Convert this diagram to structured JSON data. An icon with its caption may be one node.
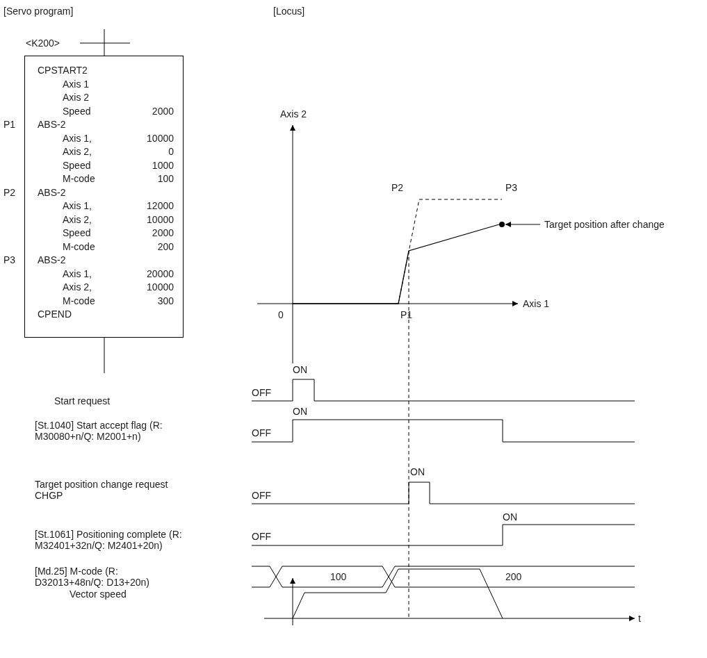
{
  "diagram": {
    "nodes": [
      {
        "text": [
          "<K200>"
        ]
      },
      {
        "text": [
          "Target position after change"
        ]
      },
      {
        "text": [],
        "shape": "circle"
      }
    ],
    "edges": [
      {
        "from": 1,
        "to": 2,
        "arrow": "to"
      }
    ],
    "labels": [
      "[Servo program]",
      "[Locus]",
      "CPSTART2",
      "Axis 1",
      "Axis 2",
      "Speed",
      "2000",
      "P1",
      "ABS-2",
      "Axis 1,",
      "10000",
      "Axis 2,",
      "0",
      "Speed",
      "1000",
      "M-code",
      "100",
      "P2",
      "ABS-2",
      "Axis 1,",
      "12000",
      "Axis 2,",
      "10000",
      "Speed",
      "2000",
      "M-code",
      "200",
      "P3",
      "ABS-2",
      "Axis 1,",
      "20000",
      "Axis 2,",
      "10000",
      "M-code",
      "300",
      "CPEND",
      "Axis 2",
      "P2",
      "P3",
      "0",
      "P1",
      "Axis 1",
      "ON",
      "Start request",
      "OFF",
      "ON",
      "[St.1040] Start accept flag (R: M30080+n/Q: M2001+n)",
      "OFF",
      "ON",
      "Target position change request CHGP",
      "OFF",
      "ON",
      "[St.1061] Positioning complete (R: M32401+32n/Q: M2401+20n)",
      "OFF",
      "[Md.25] M-code (R: D32013+48n/Q: D13+20n)",
      "100",
      "200",
      "Vector speed",
      "t"
    ]
  }
}
